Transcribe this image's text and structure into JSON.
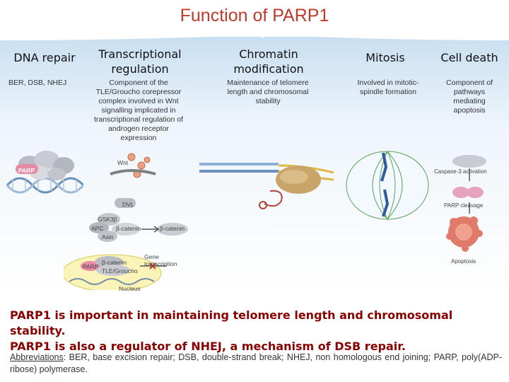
{
  "title": "Function of PARP1",
  "columns": [
    {
      "heading": "DNA repair",
      "detail": "BER, DSB, NHEJ"
    },
    {
      "heading": "Transcriptional regulation",
      "detail": "Component of the TLE/Groucho corepressor complex involved in Wnt signalling implicated in transcriptional regulation of androgen receptor expression"
    },
    {
      "heading": "Chromatin modification",
      "detail": "Maintenance of telomere length and chromosomal stability"
    },
    {
      "heading": "Mitosis",
      "detail": "Involved in mitotic-spindle formation"
    },
    {
      "heading": "Cell death",
      "detail": "Component of pathways mediating apoptosis"
    }
  ],
  "diagram_labels": {
    "parp_repair": "PARP",
    "wnt": "Wnt",
    "dvl": "DVL",
    "gsk3b": "GSK3β",
    "apc": "APC",
    "axin": "Axin",
    "b_catenin_1": "β-catenin",
    "b_catenin_2": "β-catenin",
    "gene_transcription": "Gene transcription",
    "parp_nucleus": "PARP",
    "b_catenin_3": "β-catenin",
    "tle_groucho": "TLE/Groucho",
    "nucleus": "Nucleus",
    "caspase": "Caspase-3 activation",
    "parp_cleavage": "PARP cleavage",
    "apoptosis": "Apoptosis"
  },
  "main_text": [
    "PARP1 is important in maintaining telomere length and chromosomal stability.",
    "PARP1 is also a regulator of NHEJ, a mechanism of DSB repair."
  ],
  "abbreviations": {
    "label": "Abbreviations",
    "text": ": BER, base excision repair; DSB, double-strand break; NHEJ, non homologous end joining; PARP, poly(ADP-ribose) polymerase."
  },
  "colors": {
    "title": "#c0392b",
    "main_text": "#8b0000",
    "band_top": "#cfe4f4",
    "band_bottom": "#ffffff"
  }
}
